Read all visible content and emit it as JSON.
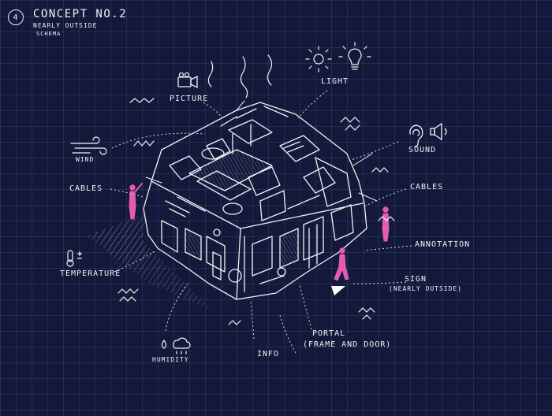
{
  "header": {
    "number": "4",
    "title": "CONCEPT NO.2",
    "subtitle": "NEARLY OUTSIDE",
    "schema": "SCHEMA"
  },
  "labels": {
    "light": "LIGHT",
    "picture": "PICTURE",
    "sound": "SOUND",
    "wind": "WIND",
    "cables_left": "CABLES",
    "cables_right": "CABLES",
    "annotation": "ANNOTATION",
    "sign": "SIGN",
    "sign_sub": "(NEARLY OUTSIDE)",
    "temperature": "TEMPERATURE",
    "humidity": "HUMIDITY",
    "info": "INFO",
    "portal": "PORTAL",
    "portal_sub": "(FRAME AND DOOR)"
  },
  "colors": {
    "background": "#13193a",
    "grid": "#7e8cc8",
    "line": "#f2f2f2",
    "figure": "#e45bb0"
  },
  "icons": [
    "sun-icon",
    "lightbulb-icon",
    "camera-icon",
    "ear-icon",
    "speaker-icon",
    "wind-icon",
    "thermometer-icon",
    "humidity-icon"
  ]
}
